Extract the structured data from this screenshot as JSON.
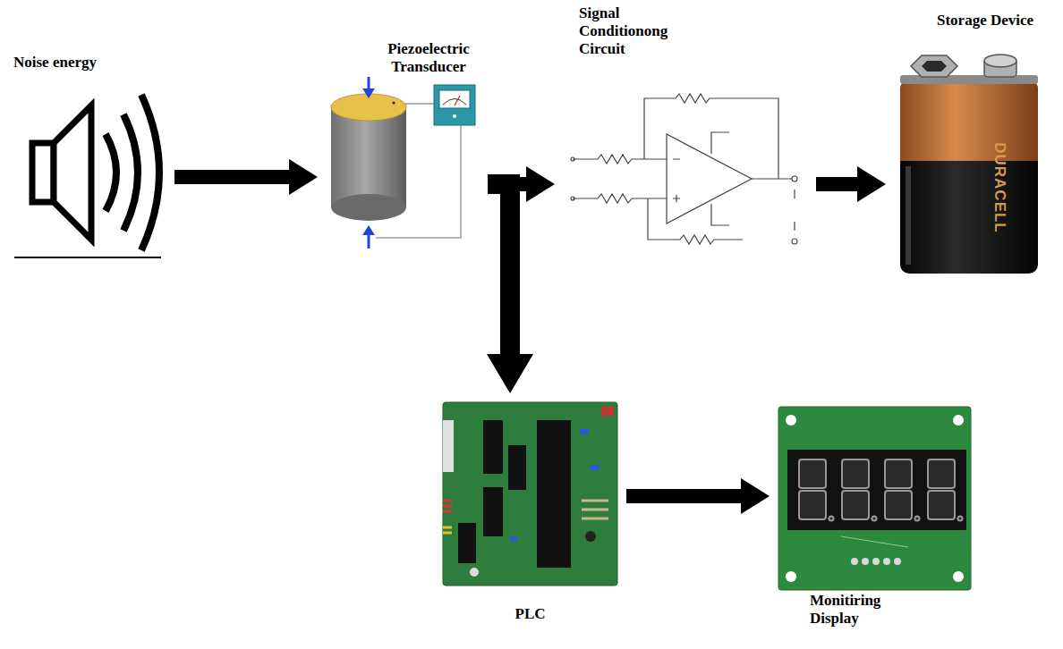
{
  "diagram": {
    "nodes": [
      {
        "text": [
          "Noise energy"
        ]
      },
      {
        "text": [
          "Piezoelectric Transducer"
        ]
      },
      {
        "text": [
          "Signal Conditionong Circuit"
        ]
      },
      {
        "text": [
          "Storage Device"
        ]
      },
      {
        "text": [
          "PLC"
        ]
      },
      {
        "text": [
          "Monitiring Display"
        ]
      }
    ],
    "edges": [
      {
        "from": 0,
        "to": 1,
        "arrow": "to"
      },
      {
        "from": 1,
        "to": 2,
        "arrow": "to"
      },
      {
        "from": 2,
        "to": 3,
        "arrow": "to"
      },
      {
        "from": 1,
        "to": 4,
        "arrow": "to"
      },
      {
        "from": 4,
        "to": 5,
        "arrow": "to"
      }
    ],
    "labels": [
      "DURACELL"
    ]
  }
}
